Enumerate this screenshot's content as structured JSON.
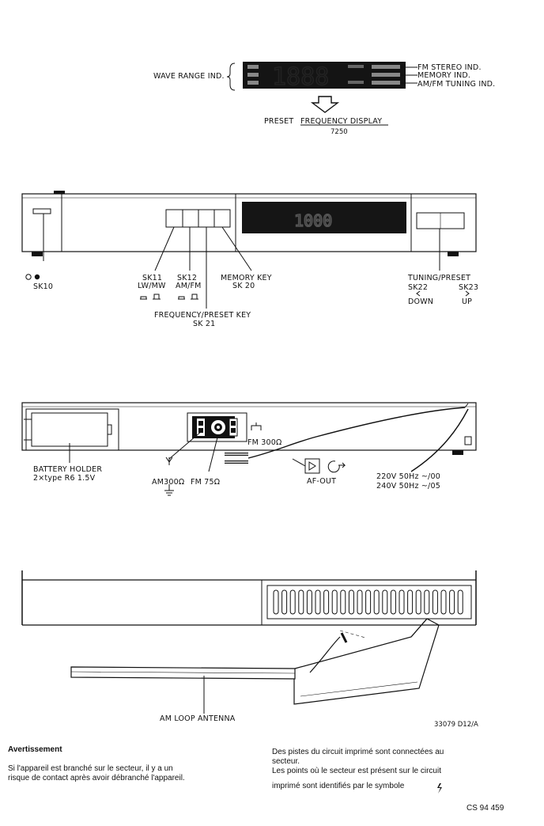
{
  "display": {
    "wave_range_label": "WAVE RANGE IND.",
    "fm_stereo_label": "FM STEREO IND.",
    "memory_label": "MEMORY IND.",
    "tuning_label": "AM/FM TUNING IND.",
    "segment_text": "1888",
    "caption_prefix": "PRESET",
    "caption_underlined": "FREQUENCY DISPLAY",
    "model": "7250"
  },
  "front": {
    "screen_text": "1000",
    "sk10": "SK10",
    "sk11": "SK11",
    "lw_mw": "LW/MW",
    "sk12": "SK12",
    "am_fm": "AM/FM",
    "memory_key": "MEMORY KEY",
    "sk20": "SK 20",
    "freq_preset_key": "FREQUENCY/PRESET KEY",
    "sk21": "SK 21",
    "tuning_preset": "TUNING/PRESET",
    "sk22": "SK22",
    "sk23": "SK23",
    "down": "DOWN",
    "up": "UP"
  },
  "rear": {
    "fm300": "FM 300Ω",
    "battery_holder": "BATTERY HOLDER",
    "battery_type": "2×type R6 1.5V",
    "am300": "AM300Ω",
    "fm75": "FM 75Ω",
    "af_out": "AF-OUT",
    "mains_1": "220V 50Hz ~/00",
    "mains_2": "240V 50Hz ~/05"
  },
  "antenna": {
    "label": "AM LOOP ANTENNA",
    "ref": "33079 D12/A"
  },
  "notice": {
    "title": "Avertissement",
    "left_line1": "Si l'appareil est branché sur le secteur, il y a un",
    "left_line2": "risque de contact après avoir débranché l'appareil.",
    "right_line1": "Des pistes du circuit imprimé sont connectées au",
    "right_line2": "secteur.",
    "right_line3": "Les points où le secteur est présent sur le circuit",
    "right_line4": "imprimé sont identifiés par le symbole"
  },
  "footer": {
    "code": "CS 94 459"
  }
}
